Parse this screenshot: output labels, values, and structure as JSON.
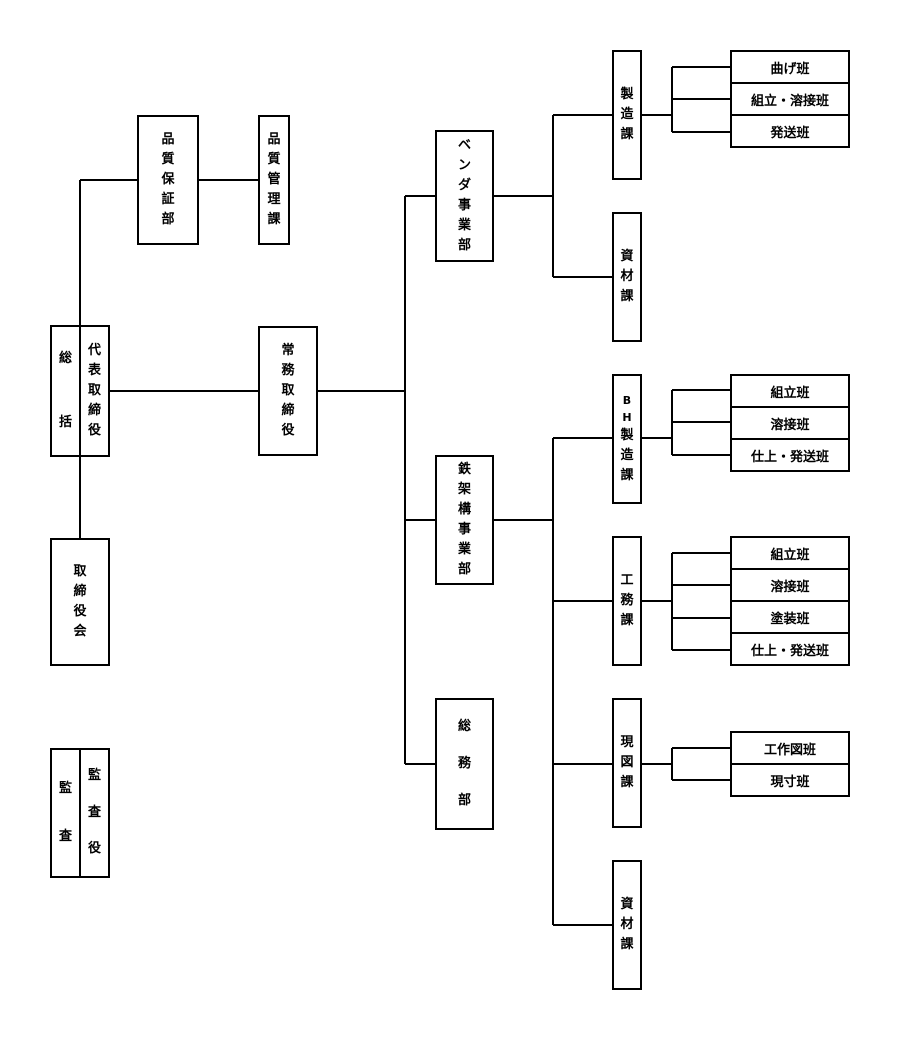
{
  "headquarters": {
    "top_left": "総",
    "bottom_left": "括",
    "title": "代表取締役"
  },
  "qa": {
    "department": "品質保証部",
    "section": "品質管理課"
  },
  "board": "取締役会",
  "audit": {
    "left": "監査",
    "right": "監査役"
  },
  "managing_director": "常務取締役",
  "divisions": {
    "vendor": "ベンダ事業部",
    "steel": "鉄架構事業部",
    "general": "総務部"
  },
  "sections": {
    "vendor_mfg": "製造課",
    "vendor_material": "資材課",
    "bh_mfg_prefix": "BH",
    "bh_mfg": "製造課",
    "construction": "工務課",
    "layout": "現図課",
    "steel_material": "資材課"
  },
  "teams": {
    "vendor_mfg": [
      "曲げ班",
      "組立・溶接班",
      "発送班"
    ],
    "bh_mfg": [
      "組立班",
      "溶接班",
      "仕上・発送班"
    ],
    "construction": [
      "組立班",
      "溶接班",
      "塗装班",
      "仕上・発送班"
    ],
    "layout": [
      "工作図班",
      "現寸班"
    ]
  }
}
